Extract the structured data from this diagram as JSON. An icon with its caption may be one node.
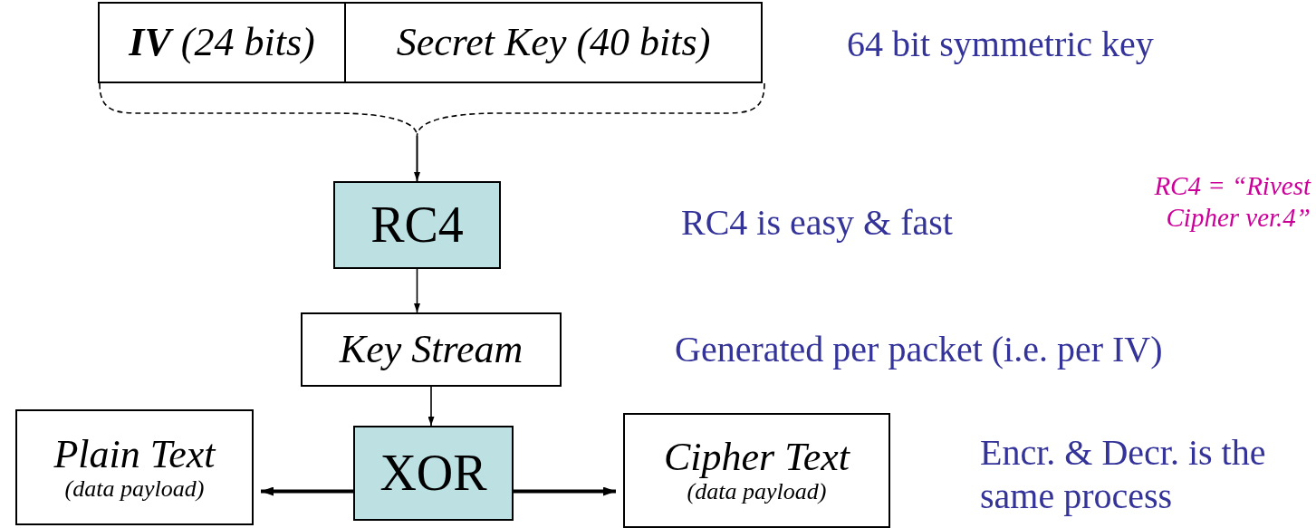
{
  "diagram": {
    "nodes": [
      {
        "text": [
          "**IV** (24 bits)"
        ]
      },
      {
        "text": [
          "Secret Key (40 bits)"
        ]
      },
      {
        "text": [
          "RC4"
        ]
      },
      {
        "text": [
          "Key Stream"
        ]
      },
      {
        "text": [
          "XOR"
        ]
      },
      {
        "text": [
          "Plain Text",
          "(data payload)"
        ]
      },
      {
        "text": [
          "Cipher Text",
          "(data payload)"
        ]
      }
    ],
    "edges": [
      {
        "from": 0,
        "to": 2,
        "arrow": "to",
        "style": "dashed"
      },
      {
        "from": 1,
        "to": 2,
        "arrow": "to",
        "style": "dashed"
      },
      {
        "from": 2,
        "to": 3,
        "arrow": "to"
      },
      {
        "from": 3,
        "to": 4,
        "arrow": "to"
      },
      {
        "from": 4,
        "to": 5,
        "arrow": "to",
        "style": "thick"
      },
      {
        "from": 4,
        "to": 6,
        "arrow": "to",
        "style": "thick"
      }
    ],
    "labels": [
      "64 bit symmetric key",
      "RC4 = “Rivest Cipher ver.4”",
      "RC4 is easy & fast",
      "Generated per packet (i.e. per IV)",
      "Encr. & Decr. is the same process"
    ]
  }
}
